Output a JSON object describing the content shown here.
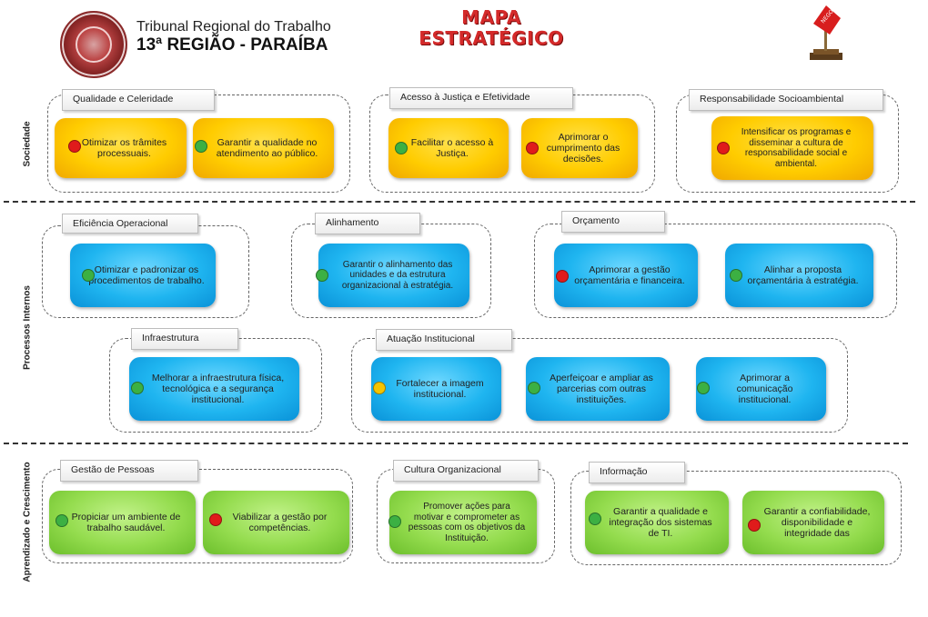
{
  "header": {
    "org_line1": "Tribunal Regional do Trabalho",
    "org_line2": "13ª REGIÃO - PARAÍBA",
    "title_line1": "MAPA",
    "title_line2": "ESTRATÉGICO",
    "flag_text": "NEGO"
  },
  "colors": {
    "green": "#3cb043",
    "red": "#e01b1b",
    "yellow": "#f5c400"
  },
  "rows": {
    "sociedade": "Sociedade",
    "processos": "Processos Internos",
    "aprendizado": "Aprendizado e Crescimento"
  },
  "groups": {
    "qualidade": "Qualidade e Celeridade",
    "acesso": "Acesso à Justiça e Efetividade",
    "responsabilidade": "Responsabilidade Socioambiental",
    "eficiencia": "Eficiência Operacional",
    "alinhamento": "Alinhamento",
    "orcamento": "Orçamento",
    "infraestrutura": "Infraestrutura",
    "atuacao": "Atuação Institucional",
    "gestao": "Gestão de Pessoas",
    "cultura": "Cultura Organizacional",
    "informacao": "Informação"
  },
  "objectives": {
    "otimizar_tramites": {
      "text": "Otimizar os trâmites processuais.",
      "status": "red"
    },
    "garantir_qualidade_atendimento": {
      "text": "Garantir a qualidade no atendimento ao público.",
      "status": "green"
    },
    "facilitar_acesso": {
      "text": "Facilitar o acesso à Justiça.",
      "status": "green"
    },
    "aprimorar_cumprimento": {
      "text": "Aprimorar o cumprimento das decisões.",
      "status": "red"
    },
    "intensificar_programas": {
      "text": "Intensificar os programas e disseminar a cultura de responsabilidade social e ambiental.",
      "status": "red"
    },
    "otimizar_procedimentos": {
      "text": "Otimizar e padronizar os procedimentos de trabalho.",
      "status": "green"
    },
    "garantir_alinhamento": {
      "text": "Garantir o alinhamento das unidades e da estrutura organizacional à estratégia.",
      "status": "green"
    },
    "aprimorar_gestao_orcamentaria": {
      "text": "Aprimorar a gestão orçamentária e financeira.",
      "status": "red"
    },
    "alinhar_proposta": {
      "text": "Alinhar a proposta orçamentária à estratégia.",
      "status": "green"
    },
    "melhorar_infraestrutura": {
      "text": "Melhorar a infraestrutura física, tecnológica e a segurança institucional.",
      "status": "green"
    },
    "fortalecer_imagem": {
      "text": "Fortalecer a imagem institucional.",
      "status": "yellow"
    },
    "aperfeicoar_parcerias": {
      "text": "Aperfeiçoar e ampliar as parcerias com outras instituições.",
      "status": "green"
    },
    "aprimorar_comunicacao": {
      "text": "Aprimorar a comunicação institucional.",
      "status": "green"
    },
    "propiciar_ambiente": {
      "text": "Propiciar um ambiente de trabalho saudável.",
      "status": "green"
    },
    "viabilizar_gestao": {
      "text": "Viabilizar a gestão por competências.",
      "status": "red"
    },
    "promover_acoes": {
      "text": "Promover ações para motivar e comprometer as pessoas com os objetivos da Instituição.",
      "status": "green"
    },
    "garantir_qualidade_sistemas": {
      "text": "Garantir a qualidade e integração dos sistemas de TI.",
      "status": "green"
    },
    "garantir_confiabilidade": {
      "text": "Garantir a confiabilidade, disponibilidade e integridade das",
      "status": "red"
    }
  }
}
